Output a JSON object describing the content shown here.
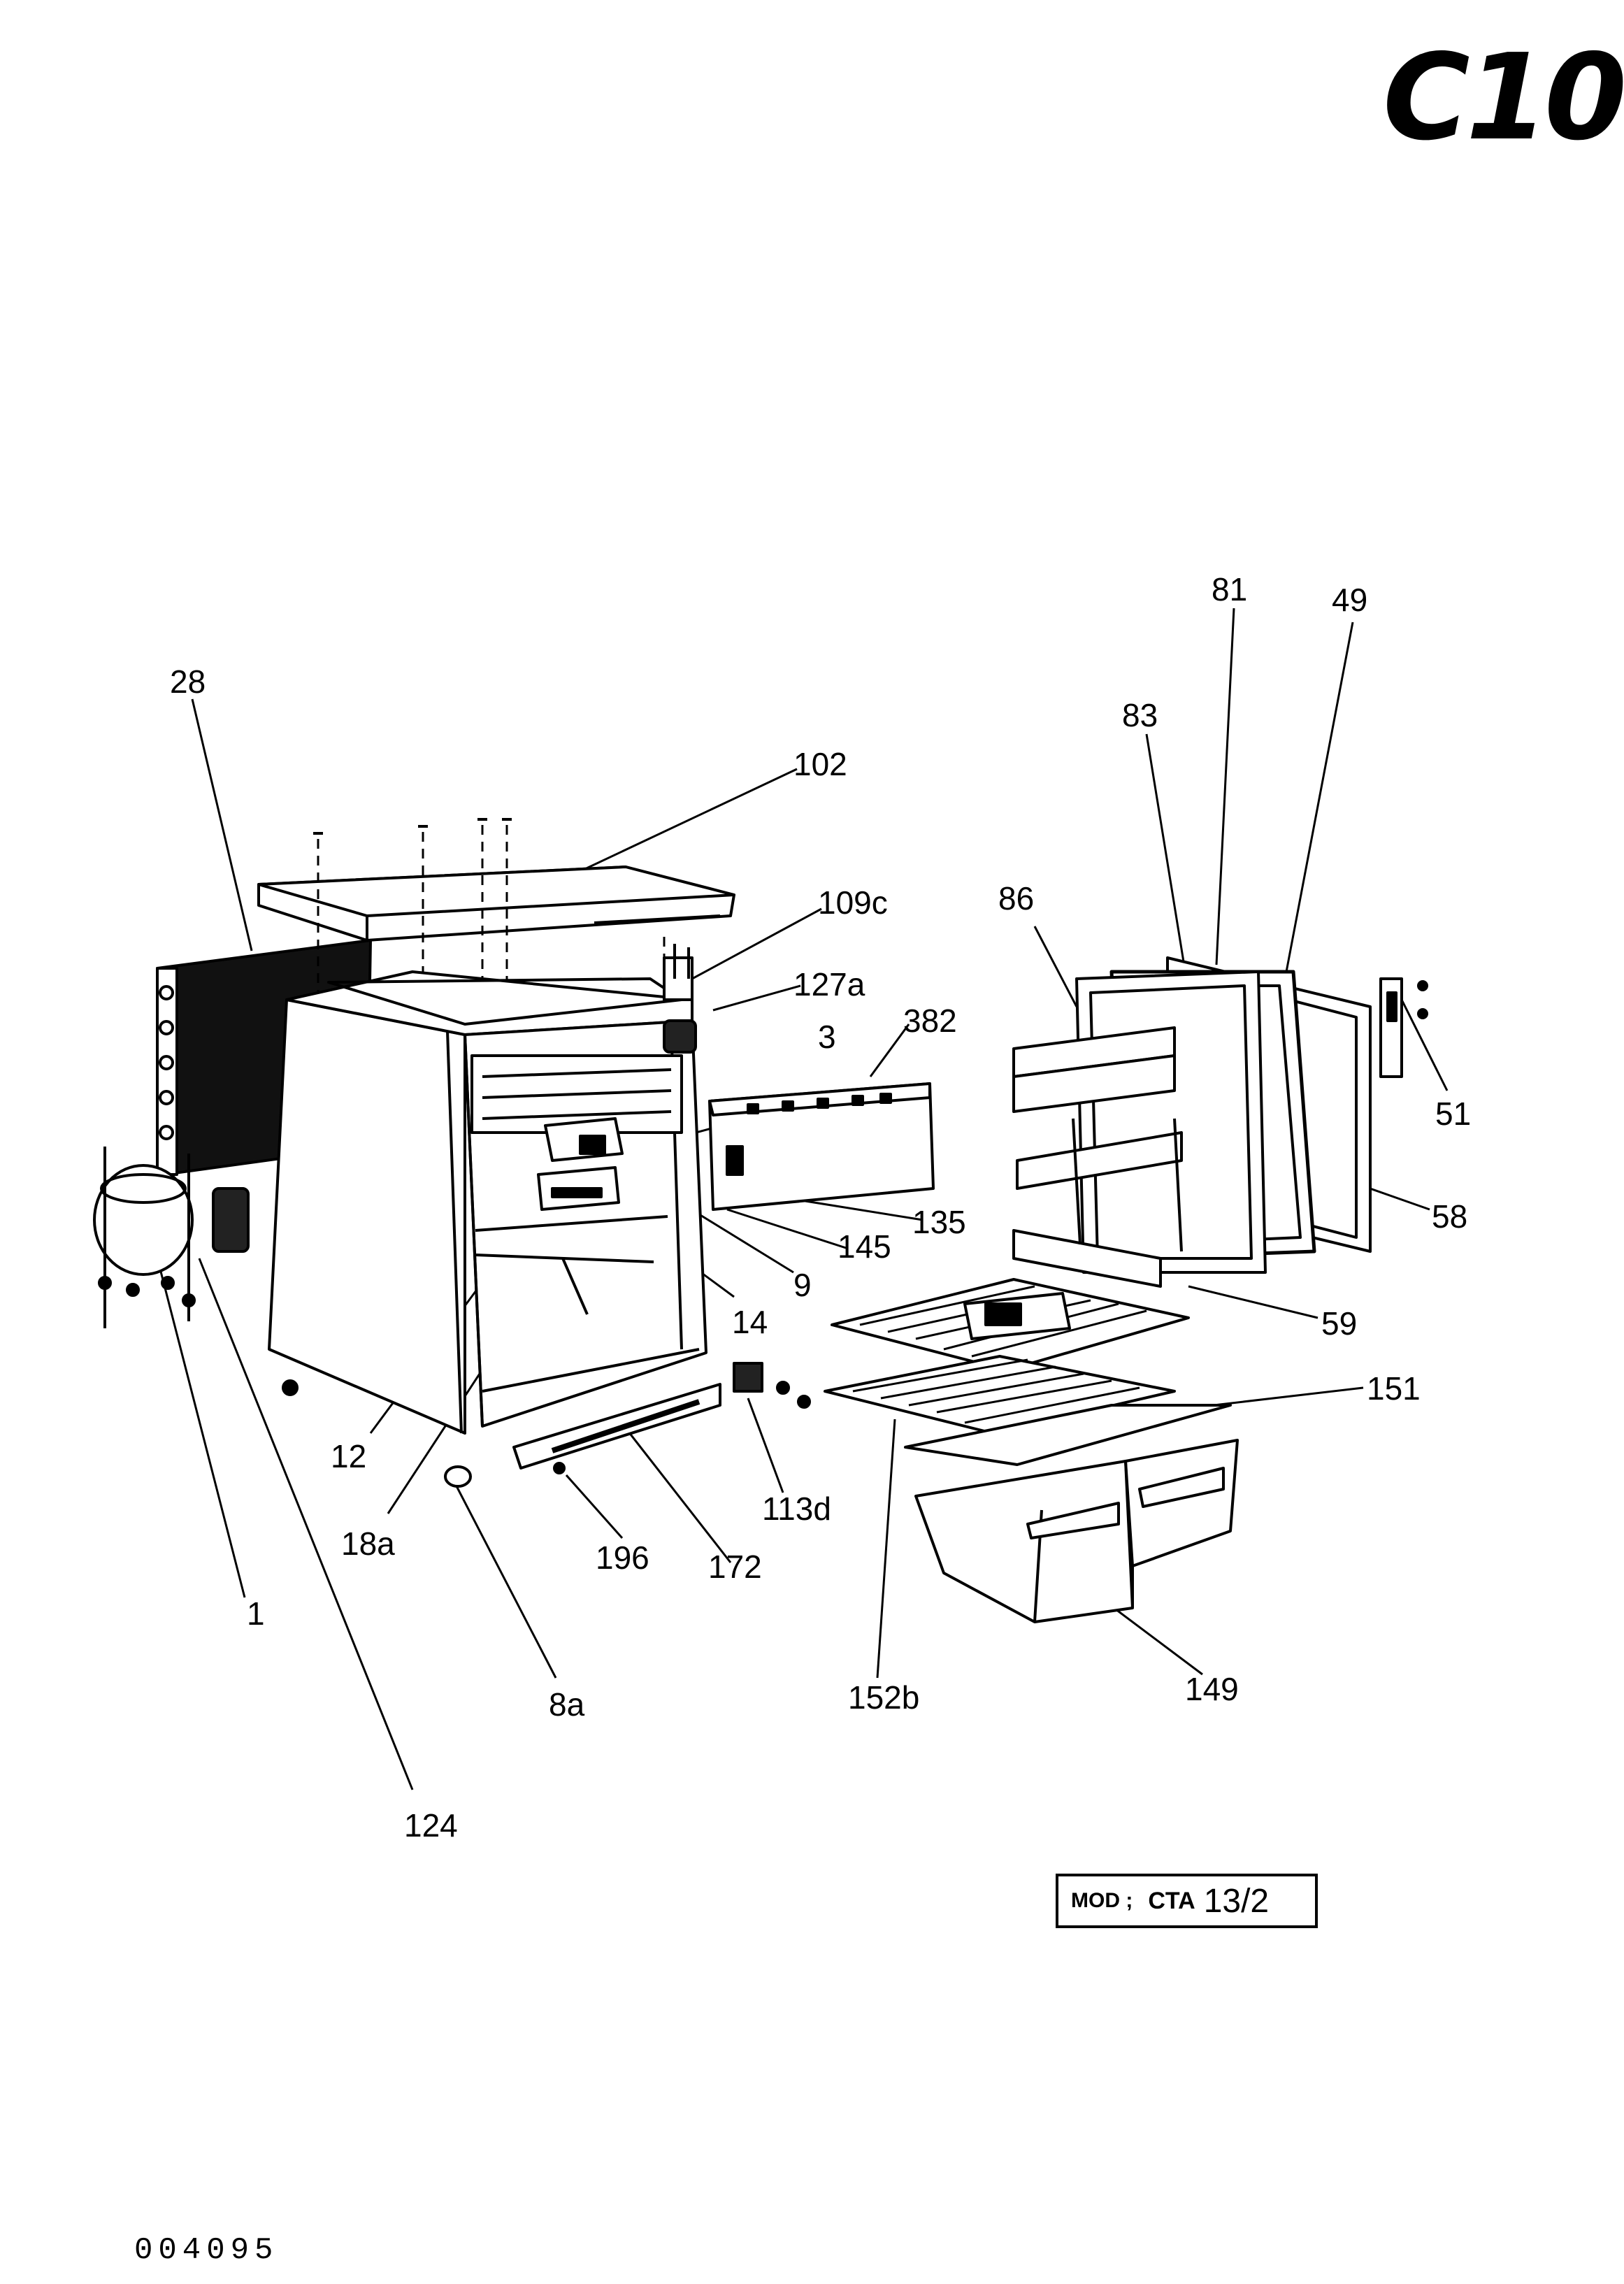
{
  "page_code": "C10",
  "labels": {
    "l28": "28",
    "l102": "102",
    "l109c": "109c",
    "l127a": "127a",
    "l3": "3",
    "l382": "382",
    "l135": "135",
    "l145": "145",
    "l9": "9",
    "l14": "14",
    "l12": "12",
    "l18a": "18a",
    "l1": "1",
    "l124": "124",
    "l8a": "8a",
    "l196": "196",
    "l172": "172",
    "l113d": "113d",
    "l86": "86",
    "l83": "83",
    "l81": "81",
    "l49": "49",
    "l51": "51",
    "l58": "58",
    "l59": "59",
    "l151": "151",
    "l152b": "152b",
    "l149": "149"
  },
  "model_box": {
    "prefix": "MOD ;",
    "model": "CTA",
    "number": "13/2"
  },
  "document_number": "004095"
}
